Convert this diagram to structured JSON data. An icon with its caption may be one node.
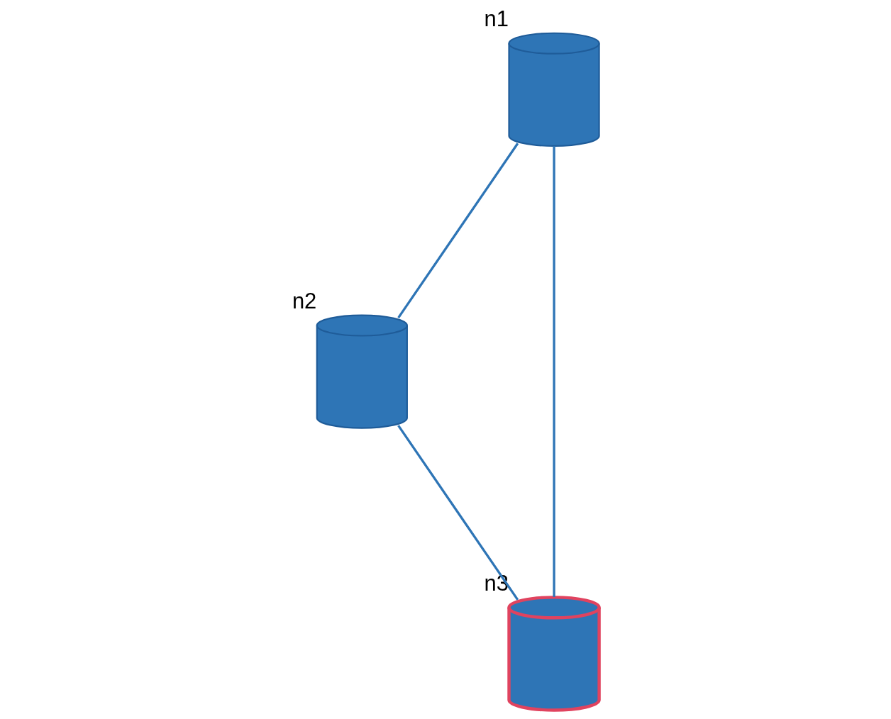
{
  "diagram": {
    "nodes": [
      {
        "text": [],
        "shape": "cylinder",
        "beside": [
          "n1"
        ]
      },
      {
        "text": [],
        "shape": "cylinder",
        "beside": [
          "n2"
        ]
      },
      {
        "text": [],
        "shape": "cylinder",
        "beside": [
          "n3"
        ]
      }
    ],
    "edges": [
      {
        "from": 0,
        "to": 1,
        "arrow": "none"
      },
      {
        "from": 0,
        "to": 2,
        "arrow": "none"
      },
      {
        "from": 1,
        "to": 2,
        "arrow": "none"
      }
    ]
  }
}
